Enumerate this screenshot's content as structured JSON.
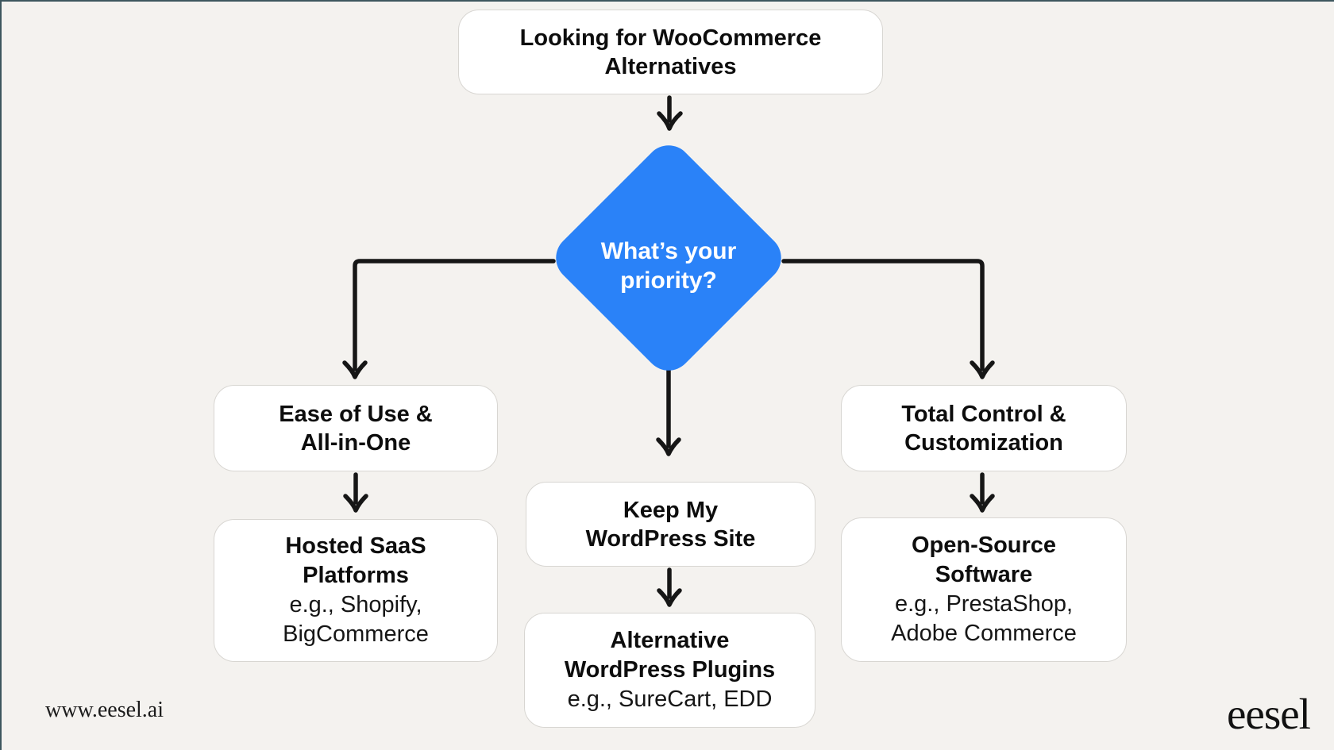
{
  "page": {
    "background_color": "#f4f2ef",
    "frame_border_color": "#3d565e"
  },
  "flowchart": {
    "colors": {
      "decision_fill": "#2a82f8",
      "decision_text": "#ffffff",
      "node_fill": "#ffffff",
      "node_border": "#d8d6d2",
      "arrow": "#161616",
      "text": "#0d0d0d"
    },
    "nodes": {
      "start": {
        "lines": [
          "Looking for WooCommerce",
          "Alternatives"
        ]
      },
      "decision": {
        "lines": [
          "What’s your",
          "priority?"
        ]
      },
      "branch_left": {
        "lines": [
          "Ease of Use &",
          "All-in-One"
        ]
      },
      "result_left": {
        "title_lines": [
          "Hosted SaaS",
          "Platforms"
        ],
        "example_lines": [
          "e.g., Shopify,",
          "BigCommerce"
        ]
      },
      "branch_middle": {
        "lines": [
          "Keep My",
          "WordPress Site"
        ]
      },
      "result_middle": {
        "title_lines": [
          "Alternative",
          "WordPress Plugins"
        ],
        "example_lines": [
          "e.g., SureCart, EDD"
        ]
      },
      "branch_right": {
        "lines": [
          "Total Control &",
          "Customization"
        ]
      },
      "result_right": {
        "title_lines": [
          "Open-Source",
          "Software"
        ],
        "example_lines": [
          "e.g., PrestaShop,",
          "Adobe Commerce"
        ]
      }
    }
  },
  "footer": {
    "website_url": "www.eesel.ai",
    "brand_wordmark": "eesel"
  }
}
